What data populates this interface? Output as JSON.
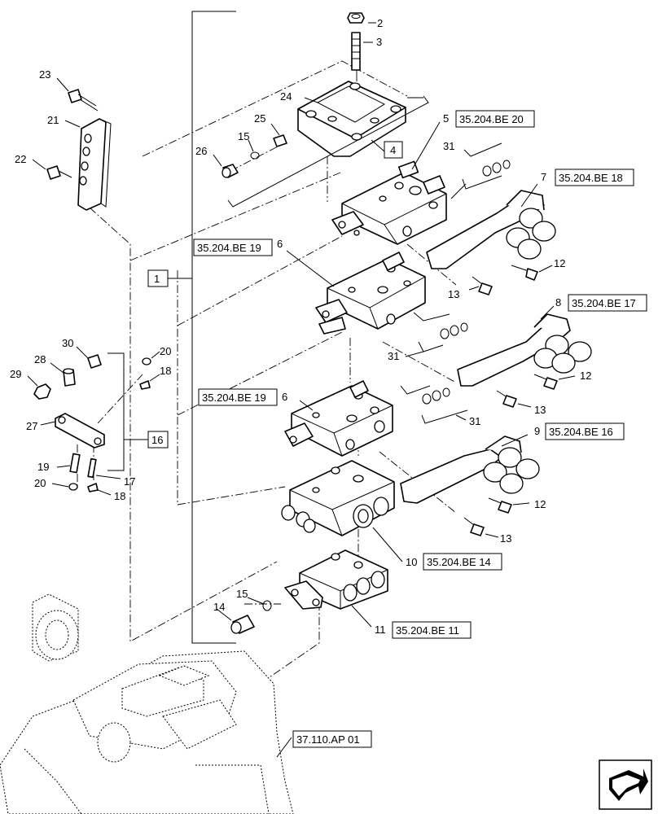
{
  "callouts": {
    "n1": "1",
    "n2": "2",
    "n3": "3",
    "n4": "4",
    "n5": "5",
    "n6a": "6",
    "n6b": "6",
    "n7": "7",
    "n8": "8",
    "n9": "9",
    "n10": "10",
    "n11": "11",
    "n12a": "12",
    "n12b": "12",
    "n12c": "12",
    "n13a": "13",
    "n13b": "13",
    "n13c": "13",
    "n14": "14",
    "n15a": "15",
    "n15b": "15",
    "n16": "16",
    "n17": "17",
    "n18a": "18",
    "n18b": "18",
    "n19": "19",
    "n20a": "20",
    "n20b": "20",
    "n21": "21",
    "n22": "22",
    "n23": "23",
    "n24": "24",
    "n25": "25",
    "n26": "26",
    "n27": "27",
    "n28": "28",
    "n29": "29",
    "n30": "30",
    "n31a": "31",
    "n31b": "31",
    "n31c": "31"
  },
  "references": {
    "r5": "35.204.BE 20",
    "r6a": "35.204.BE 19",
    "r6b": "35.204.BE 19",
    "r7": "35.204.BE 18",
    "r8": "35.204.BE 17",
    "r9": "35.204.BE 16",
    "r10": "35.204.BE 14",
    "r11": "35.204.BE 11",
    "rhousing": "37.110.AP 01"
  },
  "nav_icon": "next-page-arrow-icon"
}
